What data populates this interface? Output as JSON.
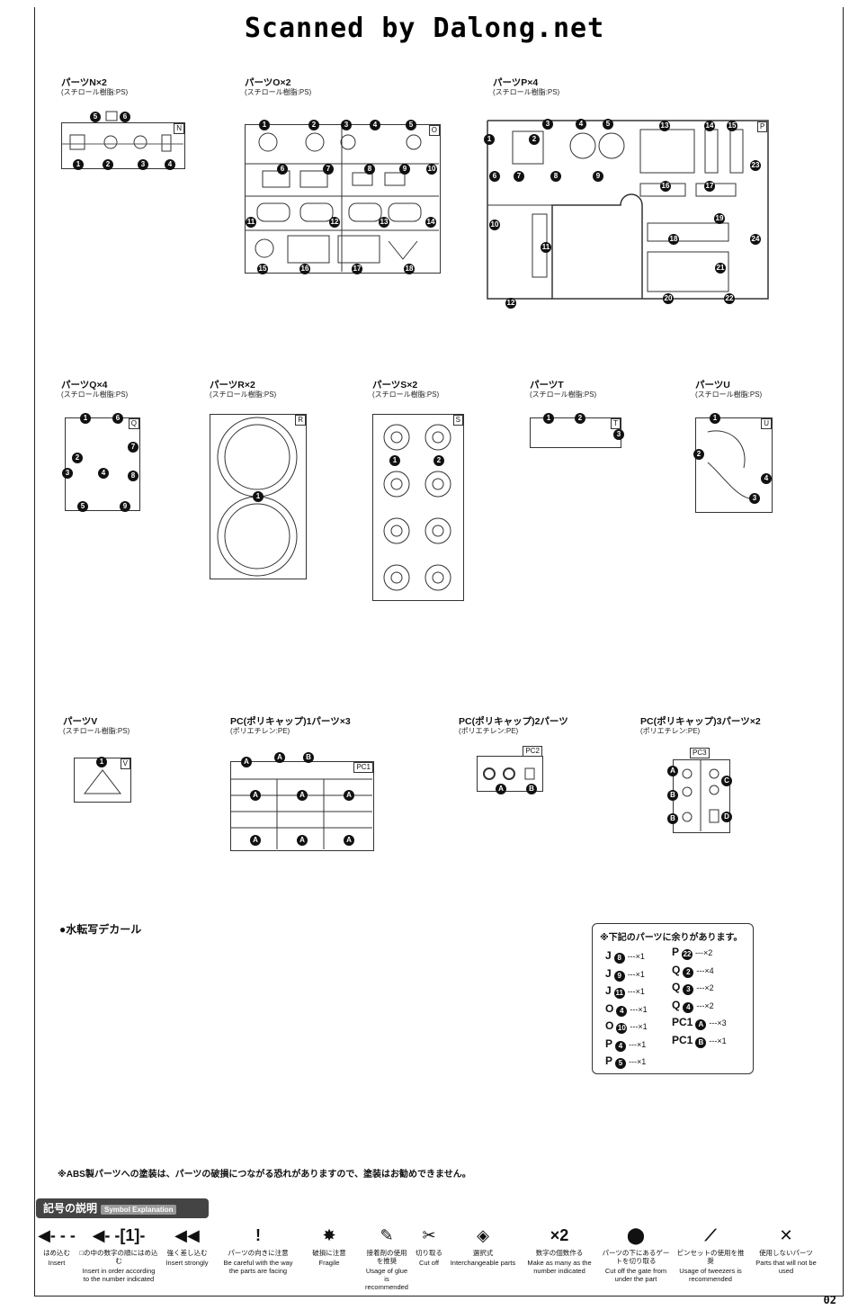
{
  "header": {
    "scan_credit": "Scanned by Dalong.net"
  },
  "runners": [
    {
      "id": "N",
      "title": "パーツN×2",
      "material": "(スチロール樹脂:PS)",
      "tag": "N",
      "numbers": [
        "1",
        "2",
        "3",
        "4",
        "5",
        "6"
      ]
    },
    {
      "id": "O",
      "title": "パーツO×2",
      "material": "(スチロール樹脂:PS)",
      "tag": "O",
      "numbers": [
        "1",
        "2",
        "3",
        "4",
        "5",
        "6",
        "7",
        "8",
        "9",
        "10",
        "11",
        "12",
        "13",
        "14",
        "15",
        "16",
        "17",
        "18"
      ]
    },
    {
      "id": "P",
      "title": "パーツP×4",
      "material": "(スチロール樹脂:PS)",
      "tag": "P",
      "numbers": [
        "1",
        "2",
        "3",
        "4",
        "5",
        "6",
        "7",
        "8",
        "9",
        "10",
        "11",
        "12",
        "13",
        "14",
        "15",
        "16",
        "17",
        "18",
        "19",
        "20",
        "21",
        "22",
        "23",
        "24"
      ]
    },
    {
      "id": "Q",
      "title": "パーツQ×4",
      "material": "(スチロール樹脂:PS)",
      "tag": "Q",
      "numbers": [
        "1",
        "2",
        "3",
        "4",
        "5",
        "6",
        "7",
        "8",
        "9"
      ]
    },
    {
      "id": "R",
      "title": "パーツR×2",
      "material": "(スチロール樹脂:PS)",
      "tag": "R",
      "numbers": [
        "1"
      ]
    },
    {
      "id": "S",
      "title": "パーツS×2",
      "material": "(スチロール樹脂:PS)",
      "tag": "S",
      "numbers": [
        "1",
        "2"
      ]
    },
    {
      "id": "T",
      "title": "パーツT",
      "material": "(スチロール樹脂:PS)",
      "tag": "T",
      "numbers": [
        "1",
        "2",
        "3"
      ]
    },
    {
      "id": "U",
      "title": "パーツU",
      "material": "(スチロール樹脂:PS)",
      "tag": "U",
      "numbers": [
        "1",
        "2",
        "3",
        "4"
      ]
    },
    {
      "id": "V",
      "title": "パーツV",
      "material": "(スチロール樹脂:PS)",
      "tag": "V",
      "numbers": [
        "1"
      ]
    },
    {
      "id": "PC1",
      "title": "PC(ポリキャップ)1パーツ×3",
      "material": "(ポリエチレン:PE)",
      "tag": "PC1",
      "numbers": [
        "A",
        "B"
      ]
    },
    {
      "id": "PC2",
      "title": "PC(ポリキャップ)2パーツ",
      "material": "(ポリエチレン:PE)",
      "tag": "PC2",
      "numbers": [
        "A",
        "B"
      ]
    },
    {
      "id": "PC3",
      "title": "PC(ポリキャップ)3パーツ×2",
      "material": "(ポリエチレン:PE)",
      "tag": "PC3",
      "numbers": [
        "A",
        "B",
        "C",
        "D"
      ]
    }
  ],
  "decal_label": "●水転写デカール",
  "spares": {
    "heading": "※下記のパーツに余りがあります。",
    "left": [
      {
        "part": "J",
        "num": "8",
        "qty": "---×1"
      },
      {
        "part": "J",
        "num": "9",
        "qty": "---×1"
      },
      {
        "part": "J",
        "num": "11",
        "qty": "---×1"
      },
      {
        "part": "O",
        "num": "4",
        "qty": "---×1"
      },
      {
        "part": "O",
        "num": "10",
        "qty": "---×1"
      },
      {
        "part": "P",
        "num": "4",
        "qty": "---×1"
      },
      {
        "part": "P",
        "num": "5",
        "qty": "---×1"
      }
    ],
    "right": [
      {
        "part": "P",
        "num": "22",
        "qty": "---×2"
      },
      {
        "part": "Q",
        "num": "2",
        "qty": "---×4"
      },
      {
        "part": "Q",
        "num": "3",
        "qty": "---×2"
      },
      {
        "part": "Q",
        "num": "4",
        "qty": "---×2"
      },
      {
        "part": "PC1",
        "num": "A",
        "qty": "---×3"
      },
      {
        "part": "PC1",
        "num": "B",
        "qty": "---×1"
      }
    ]
  },
  "abs_note": "※ABS製パーツへの塗装は、パーツの破損につながる恐れがありますので、塗装はお勧めできません。",
  "symbols": {
    "title": "記号の説明",
    "title_en": "Symbol Explanation",
    "items": [
      {
        "icon": "insert-arrow-icon",
        "glyph": "◀- - -",
        "jp": "はめ込む",
        "en": "Insert"
      },
      {
        "icon": "insert-order-icon",
        "glyph": "◀- -[1]-",
        "jp": "□の中の数字の順にはめ込む",
        "en": "Insert in order according to the number indicated"
      },
      {
        "icon": "insert-strongly-icon",
        "glyph": "◀◀",
        "jp": "強く差し込む",
        "en": "Insert strongly"
      },
      {
        "icon": "caution-icon",
        "glyph": "!",
        "jp": "パーツの向きに注意",
        "en": "Be careful with the way the parts are facing"
      },
      {
        "icon": "fragile-icon",
        "glyph": "✸",
        "jp": "破損に注意",
        "en": "Fragile"
      },
      {
        "icon": "glue-icon",
        "glyph": "✎",
        "jp": "接着剤の使用を推奨",
        "en": "Usage of glue is recommended"
      },
      {
        "icon": "cut-icon",
        "glyph": "✂",
        "jp": "切り取る",
        "en": "Cut off"
      },
      {
        "icon": "interchangeable-icon",
        "glyph": "◈",
        "jp": "選択式",
        "en": "Interchangeable parts"
      },
      {
        "icon": "multiply-icon",
        "glyph": "×2",
        "jp": "数字の個数作る",
        "en": "Make as many as the number indicated"
      },
      {
        "icon": "gate-icon",
        "glyph": "⬤",
        "jp": "パーツの下にあるゲートを切り取る",
        "en": "Cut off the gate from under the part"
      },
      {
        "icon": "tweezers-icon",
        "glyph": "⟋",
        "jp": "ピンセットの使用を推奨",
        "en": "Usage of tweezers is recommended"
      },
      {
        "icon": "not-used-icon",
        "glyph": "✕",
        "jp": "使用しないパーツ",
        "en": "Parts that will not be used"
      }
    ]
  },
  "page_number": "02"
}
